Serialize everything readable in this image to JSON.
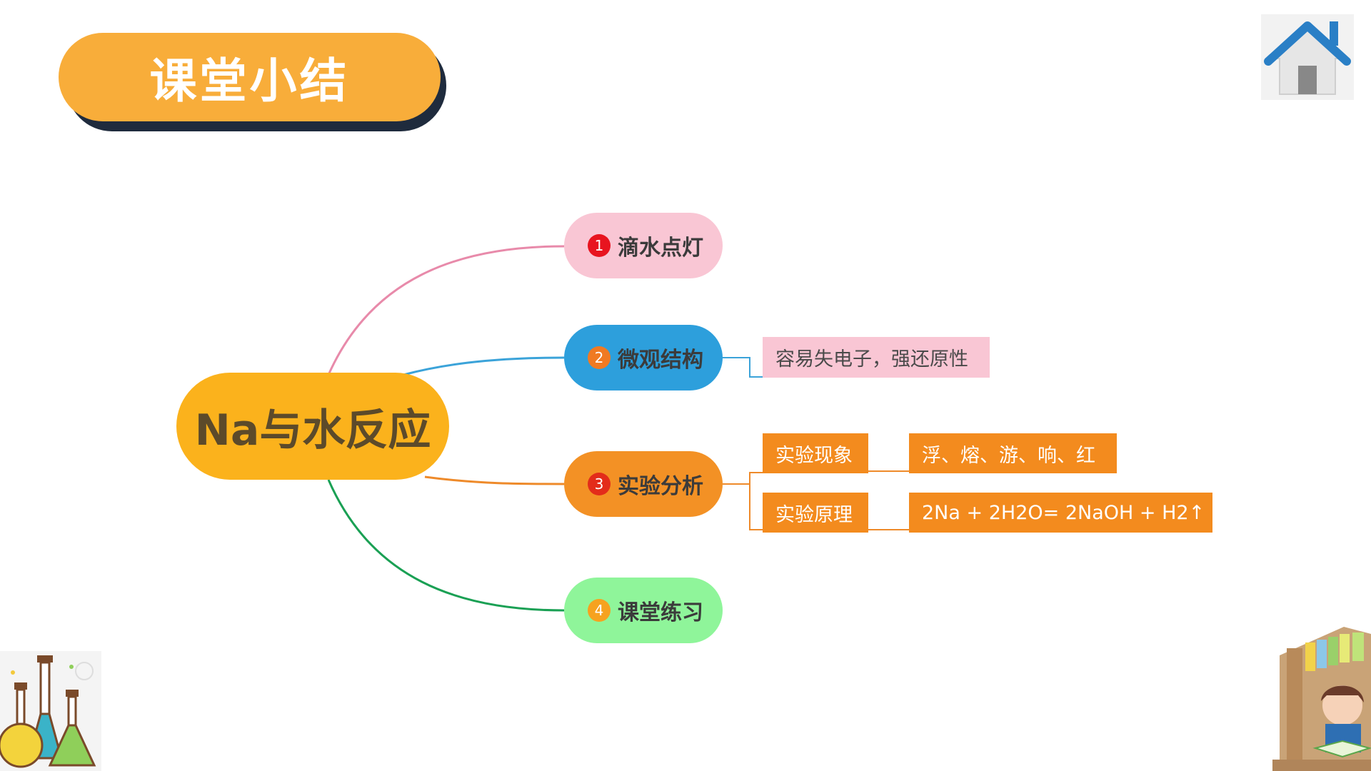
{
  "header": {
    "title": "课堂小结"
  },
  "mindmap": {
    "center": "Na与水反应",
    "branches": [
      {
        "num": "1",
        "label": "滴水点灯"
      },
      {
        "num": "2",
        "label": "微观结构"
      },
      {
        "num": "3",
        "label": "实验分析"
      },
      {
        "num": "4",
        "label": "课堂练习"
      }
    ],
    "leaves": {
      "structure": "容易失电子，强还原性",
      "phenomenon_label": "实验现象",
      "phenomenon_value": "浮、熔、游、响、红",
      "principle_label": "实验原理",
      "principle_value": "2Na + 2H2O= 2NaOH + H2↑"
    }
  },
  "colors": {
    "title_fill": "#f8ad3a",
    "center_fill": "#fbb21c",
    "branch1": "#f9c6d4",
    "branch2": "#2d9fdc",
    "branch3": "#f39125",
    "branch4": "#8ff59a",
    "leaf_orange": "#f38b1e"
  },
  "icons": [
    "home-icon",
    "flask-illustration",
    "reading-girl-illustration"
  ]
}
